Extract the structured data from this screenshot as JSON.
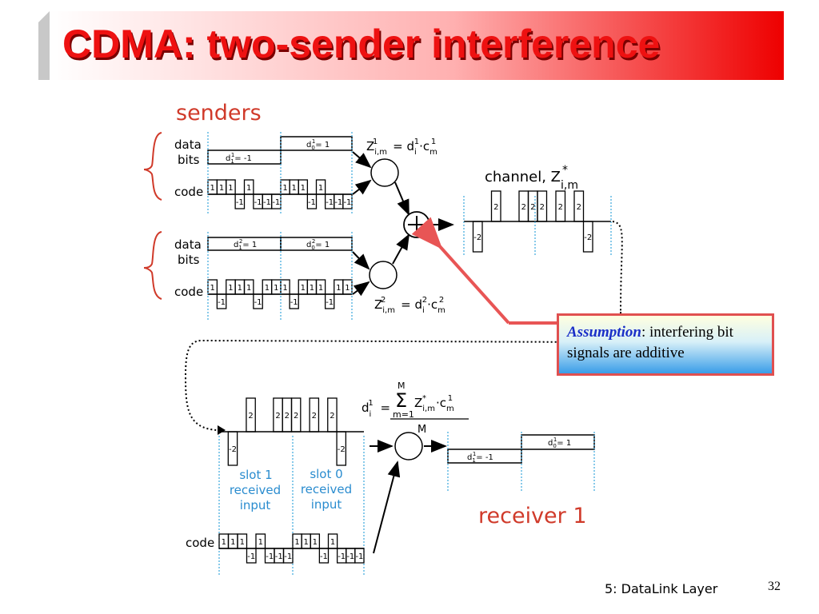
{
  "title": "CDMA: two-sender interference",
  "senders_heading": "senders",
  "receiver_heading": "receiver 1",
  "channel_label": "channel, Z",
  "channel_sub": "i,m",
  "channel_sup": "*",
  "sender1": {
    "data_label": [
      "data",
      "bits"
    ],
    "code_label": "code",
    "bit_slot1": "d",
    "bit_slot1_text": "= -1",
    "bit_slot0_text": "= 1",
    "code_values_slot1": [
      "1",
      "1",
      "1",
      "-1",
      "1",
      "-1",
      "-1",
      "-1"
    ],
    "code_values_slot0": [
      "1",
      "1",
      "1",
      "-1",
      "1",
      "-1",
      "-1",
      "-1"
    ],
    "formula": "Z = d · c"
  },
  "sender2": {
    "data_label": [
      "data",
      "bits"
    ],
    "code_label": "code",
    "bit_slot1_text": "= 1",
    "bit_slot0_text": "= 1",
    "code_values_slot1": [
      "1",
      "-1",
      "1",
      "1",
      "1",
      "-1",
      "1",
      "1"
    ],
    "code_values_slot0": [
      "1",
      "-1",
      "1",
      "1",
      "1",
      "-1",
      "1",
      "1"
    ],
    "formula": "Z = d · c"
  },
  "channel_values": [
    "-2",
    "2",
    "2",
    "2",
    "2",
    "2",
    "2",
    "-2"
  ],
  "receiver": {
    "slot1_label": [
      "slot 1",
      "received",
      "input"
    ],
    "slot0_label": [
      "slot 0",
      "received",
      "input"
    ],
    "code_label": "code",
    "code_values_slot1": [
      "1",
      "1",
      "1",
      "-1",
      "1",
      "-1",
      "-1",
      "-1"
    ],
    "code_values_slot0": [
      "1",
      "1",
      "1",
      "-1",
      "1",
      "-1",
      "-1",
      "-1"
    ],
    "sum_M_top": "M",
    "sum_from": "m=1",
    "denominator": "M",
    "out_slot1_text": "= -1",
    "out_slot0_text": "= 1"
  },
  "assumption": {
    "keyword": "Assumption",
    "text": ": interfering bit signals are additive"
  },
  "footer": "5: DataLink Layer",
  "page_number": "32",
  "colors": {
    "title": "#ee1111",
    "heading": "#d03a2a",
    "blue_label": "#2a8ccf",
    "dotted": "#3aa6dd",
    "arrow": "#e85555"
  }
}
